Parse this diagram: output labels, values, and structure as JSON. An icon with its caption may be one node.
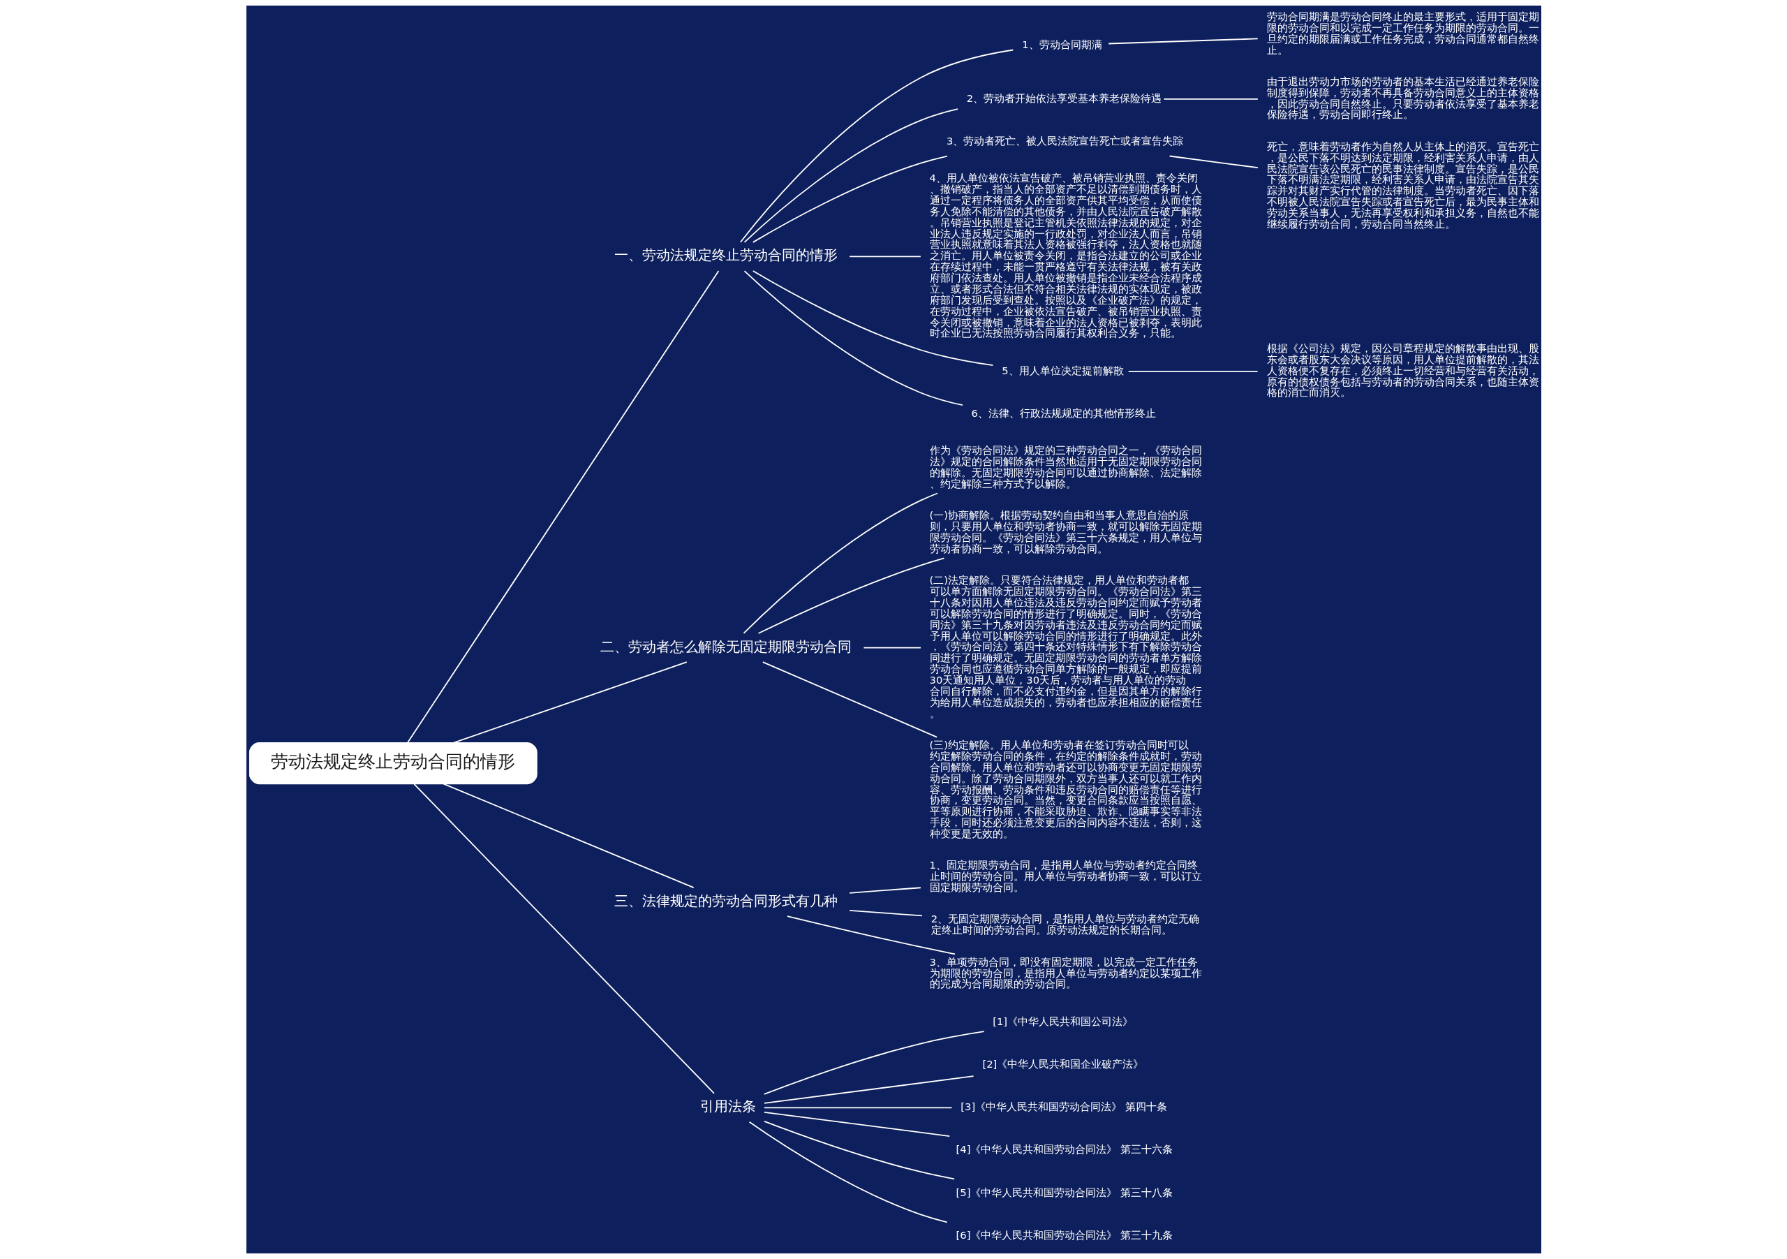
{
  "diagram": {
    "nodes": [
      {
        "text": [
          "劳动法规定终止劳动合同的情形"
        ]
      },
      {
        "text": [
          "一、劳动法规定终止劳动合同的情形"
        ]
      },
      {
        "text": [
          "1、劳动合同期满"
        ]
      },
      {
        "text": [
          "劳动合同期满是劳动合同终止的最主要形式，适用于固定期限的劳动合同和以完成一定工作任务为期限的劳动合同。一旦约定的期限届满或工作任务完成，劳动合同通常都自然终止。"
        ]
      },
      {
        "text": [
          "2、劳动者开始依法享受基本养老保险待遇"
        ]
      },
      {
        "text": [
          "由于退出劳动力市场的劳动者的基本生活已经通过养老保险制度得到保障，劳动者不再具备劳动合同意义上的主体资格，因此劳动合同自然终止。只要劳动者依法享受了基本养老保险待遇，劳动合同即行终止。"
        ]
      },
      {
        "text": [
          "3、劳动者死亡、被人民法院宣告死亡或者宣告失踪"
        ]
      },
      {
        "text": [
          "死亡，意味着劳动者作为自然人从主体上的消灭。宣告死亡，是公民下落不明达到法定期限，经利害关系人申请，由人民法院宣告该公民死亡的民事法律制度。宣告失踪，是公民下落不明满法定期限，经利害关系人申请，由法院宣告其失踪并对其财产实行代管的法律制度。当劳动者死亡、因下落不明被人民法院宣告失踪或者宣告死亡后，最为民事主体和劳动关系当事人，无法再享受权利和承担义务，自然也不能继续履行劳动合同，劳动合同当然终止。"
        ]
      },
      {
        "text": [
          "4、用人单位被依法宣告破产、被吊销营业执照、责令关闭、撤销破产，指当人的全部资产不足以清偿到期债务时，人通过一定程序将债务人的全部资产供其平均受偿，从而使债务人免除不能清偿的其他债务，并由人民法院宣告破产解散。吊销营业执照是登记主管机关依照法律法规的规定，对企业法人违反规定实施的一行政处罚，对企业法人而言，吊销营业执照就意味着其法人资格被强行剥夺，法人资格也就随之消亡。用人单位被责令关闭，是指合法建立的公司或企业在存续过程中，未能一贯严格遵守有关法律法规，被有关政府部门依法查处。用人单位被撤销是指企业未经合法程序成立、或者形式合法但不符合相关法律法规的实体现定，被政府部门发现后受到查处。按照以及《企业破产法》的规定，在劳动过程中，企业被依法宣告破产、被吊销营业执照、责令关闭或被撤销，意味着企业的法人资格已被剥夺，表明此时企业已无法按照劳动合同履行其权利合义务，只能。"
        ]
      },
      {
        "text": [
          "5、用人单位决定提前解散"
        ]
      },
      {
        "text": [
          "根据《公司法》规定，因公司章程规定的解散事由出现、股东会或者股东大会决议等原因，用人单位提前解散的，其法人资格便不复存在，必须终止一切经营和与经营有关活动，原有的债权债务包括与劳动者的劳动合同关系，也随主体资格的消亡而消灭。"
        ]
      },
      {
        "text": [
          "6、法律、行政法规规定的其他情形终止"
        ]
      },
      {
        "text": [
          "二、劳动者怎么解除无固定期限劳动合同"
        ]
      },
      {
        "text": [
          "作为《劳动合同法》规定的三种劳动合同之一，《劳动合同法》规定的合同解除条件当然地适用于无固定期限劳动合同的解除。无固定期限劳动合同可以通过协商解除、法定解除、约定解除三种方式予以解除。"
        ]
      },
      {
        "text": [
          "(一)协商解除。根据劳动契约自由和当事人意思自治的原则，只要用人单位和劳动者协商一致，就可以解除无固定期限劳动合同。《劳动合同法》第三十六条规定，用人单位与劳动者协商一致，可以解除劳动合同。"
        ]
      },
      {
        "text": [
          "(二)法定解除。只要符合法律规定，用人单位和劳动者都可以单方面解除无固定期限劳动合同。《劳动合同法》第三十八条对因用人单位违法及违反劳动合同约定而赋予劳动者可以解除劳动合同的情形进行了明确规定。同时，《劳动合同法》第三十九条对因劳动者违法及违反劳动合同约定而赋予用人单位可以解除劳动合同的情形进行了明确规定。此外，《劳动合同法》第四十条还对特殊情形下有下解除劳动合同进行了明确规定。无固定期限劳动合同的劳动者单方解除劳动合同也应遵循劳动合同单方解除的一般规定，即应提前30天通知用人单位，30天后，劳动者与用人单位的劳动合同自行解除，而不必支付违约金，但是因其单方的解除行为给用人单位造成损失的，劳动者也应承担相应的赔偿责任。"
        ]
      },
      {
        "text": [
          "(三)约定解除。用人单位和劳动者在签订劳动合同时可以约定解除劳动合同的条件，在约定的解除条件成就时，劳动合同解除。用人单位和劳动者还可以协商变更无固定期限劳动合同。除了劳动合同期限外，双方当事人还可以就工作内容、劳动报酬、劳动条件和违反劳动合同的赔偿责任等进行协商，变更劳动合同。当然，变更合同条款应当按照自愿、平等原则进行协商，不能采取胁迫、欺诈、隐瞒事实等非法手段，同时还必须注意变更后的合同内容不违法，否则，这种变更是无效的。"
        ]
      },
      {
        "text": [
          "三、法律规定的劳动合同形式有几种"
        ]
      },
      {
        "text": [
          "1、固定期限劳动合同，是指用人单位与劳动者约定合同终止时间的劳动合同。用人单位与劳动者协商一致，可以订立固定期限劳动合同。"
        ]
      },
      {
        "text": [
          "2、无固定期限劳动合同，是指用人单位与劳动者约定无确定终止时间的劳动合同。原劳动法规定的长期合同。"
        ]
      },
      {
        "text": [
          "3、单项劳动合同，即没有固定期限，以完成一定工作任务为期限的劳动合同，是指用人单位与劳动者约定以某项工作的完成为合同期限的劳动合同。"
        ]
      },
      {
        "text": [
          "引用法条"
        ]
      },
      {
        "text": [
          "[1]《中华人民共和国公司法》"
        ]
      },
      {
        "text": [
          "[2]《中华人民共和国企业破产法》"
        ]
      },
      {
        "text": [
          "[3]《中华人民共和国劳动合同法》 第四十条"
        ]
      },
      {
        "text": [
          "[4]《中华人民共和国劳动合同法》 第三十六条"
        ]
      },
      {
        "text": [
          "[5]《中华人民共和国劳动合同法》 第三十八条"
        ]
      },
      {
        "text": [
          "[6]《中华人民共和国劳动合同法》 第三十九条"
        ]
      }
    ],
    "edges": [
      {
        "from": 0,
        "to": 1,
        "arrow": "none"
      },
      {
        "from": 1,
        "to": 2,
        "arrow": "none"
      },
      {
        "from": 2,
        "to": 3,
        "arrow": "none"
      },
      {
        "from": 1,
        "to": 4,
        "arrow": "none"
      },
      {
        "from": 4,
        "to": 5,
        "arrow": "none"
      },
      {
        "from": 1,
        "to": 6,
        "arrow": "none"
      },
      {
        "from": 6,
        "to": 7,
        "arrow": "none"
      },
      {
        "from": 1,
        "to": 8,
        "arrow": "none"
      },
      {
        "from": 1,
        "to": 9,
        "arrow": "none"
      },
      {
        "from": 9,
        "to": 10,
        "arrow": "none"
      },
      {
        "from": 1,
        "to": 11,
        "arrow": "none"
      },
      {
        "from": 0,
        "to": 12,
        "arrow": "none"
      },
      {
        "from": 12,
        "to": 13,
        "arrow": "none"
      },
      {
        "from": 12,
        "to": 14,
        "arrow": "none"
      },
      {
        "from": 12,
        "to": 15,
        "arrow": "none"
      },
      {
        "from": 12,
        "to": 16,
        "arrow": "none"
      },
      {
        "from": 0,
        "to": 17,
        "arrow": "none"
      },
      {
        "from": 17,
        "to": 18,
        "arrow": "none"
      },
      {
        "from": 17,
        "to": 19,
        "arrow": "none"
      },
      {
        "from": 17,
        "to": 20,
        "arrow": "none"
      },
      {
        "from": 0,
        "to": 21,
        "arrow": "none"
      },
      {
        "from": 21,
        "to": 22,
        "arrow": "none"
      },
      {
        "from": 21,
        "to": 23,
        "arrow": "none"
      },
      {
        "from": 21,
        "to": 24,
        "arrow": "none"
      },
      {
        "from": 21,
        "to": 25,
        "arrow": "none"
      },
      {
        "from": 21,
        "to": 26,
        "arrow": "none"
      },
      {
        "from": 21,
        "to": 27,
        "arrow": "none"
      }
    ]
  }
}
